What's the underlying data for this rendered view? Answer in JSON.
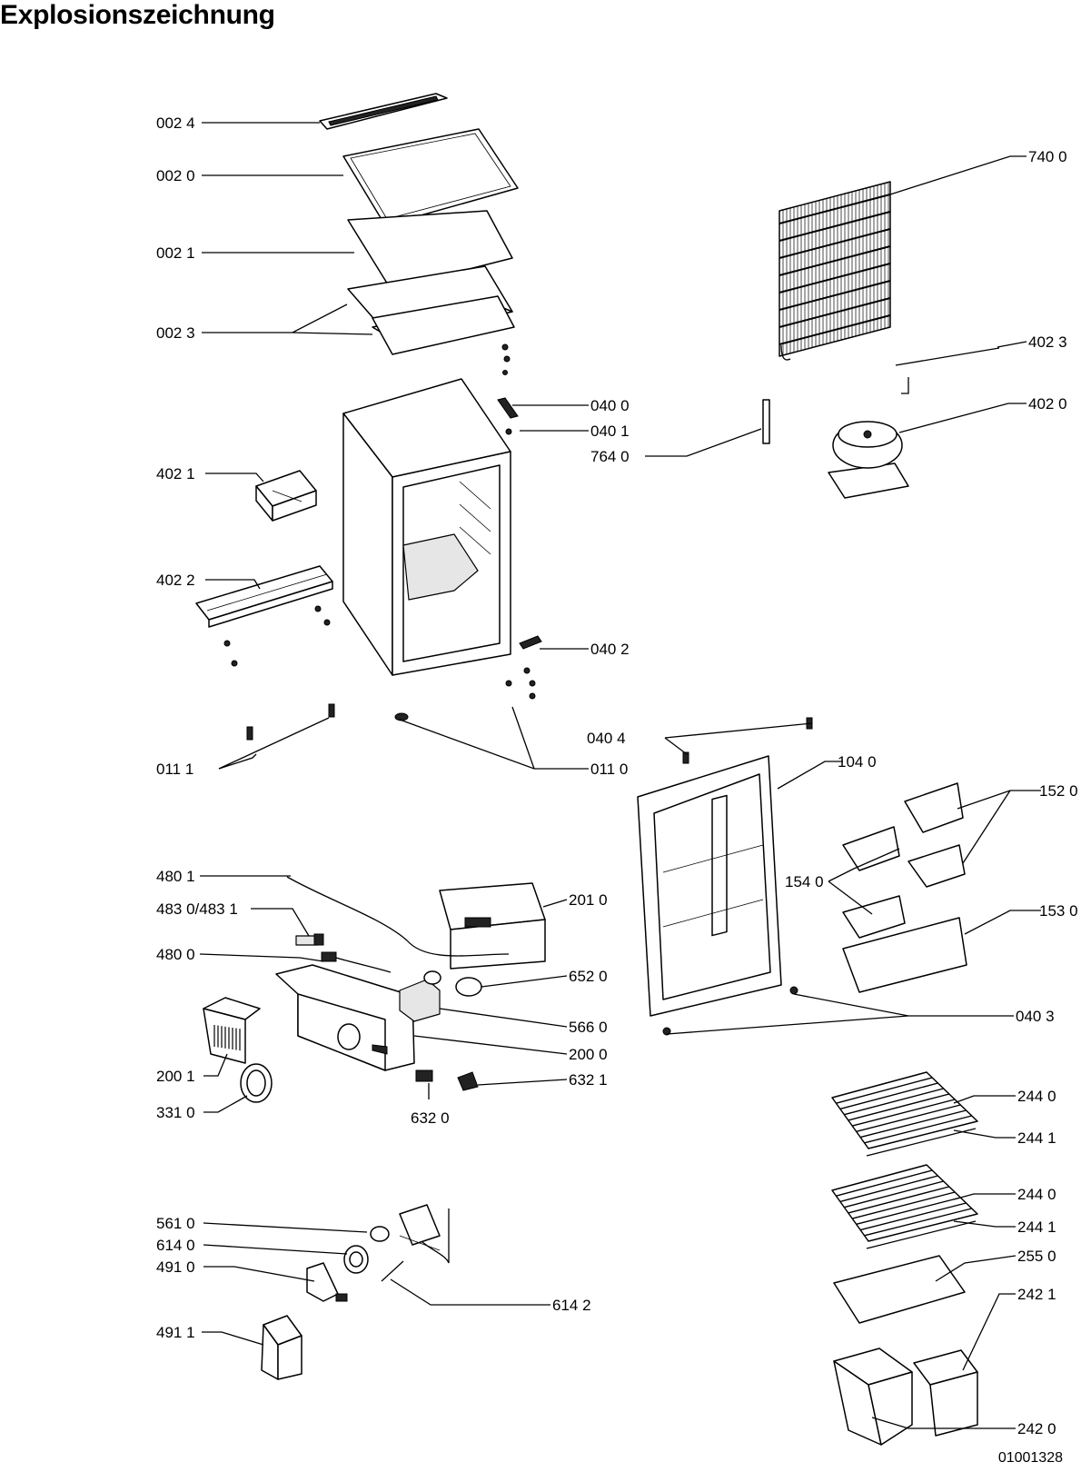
{
  "title": "Explosionszeichnung",
  "drawing_number": "01001328",
  "labels": {
    "l0024": "002 4",
    "l0020": "002 0",
    "l0021": "002 1",
    "l0023": "002 3",
    "l4021": "402 1",
    "l4022": "402 2",
    "l0111": "011 1",
    "l0110": "011 0",
    "l0400": "040 0",
    "l0401": "040 1",
    "l7640": "764 0",
    "l0402": "040 2",
    "l7400": "740 0",
    "l4023": "402 3",
    "l4020": "402 0",
    "l0404": "040 4",
    "l1040": "104 0",
    "l1520": "152 0",
    "l1540": "154 0",
    "l1530": "153 0",
    "l0403": "040 3",
    "l4801": "480 1",
    "l4830": "483 0/483 1",
    "l4800": "480 0",
    "l2010": "201 0",
    "l6520": "652 0",
    "l5660": "566 0",
    "l2000": "200 0",
    "l6321": "632 1",
    "l2001": "200 1",
    "l3310": "331 0",
    "l6320": "632 0",
    "l2440a": "244 0",
    "l2441a": "244 1",
    "l2440b": "244 0",
    "l2441b": "244 1",
    "l2550": "255 0",
    "l2421": "242 1",
    "l2420": "242 0",
    "l5610": "561 0",
    "l6140": "614 0",
    "l4910": "491 0",
    "l4911": "491 1",
    "l6142": "614 2"
  }
}
